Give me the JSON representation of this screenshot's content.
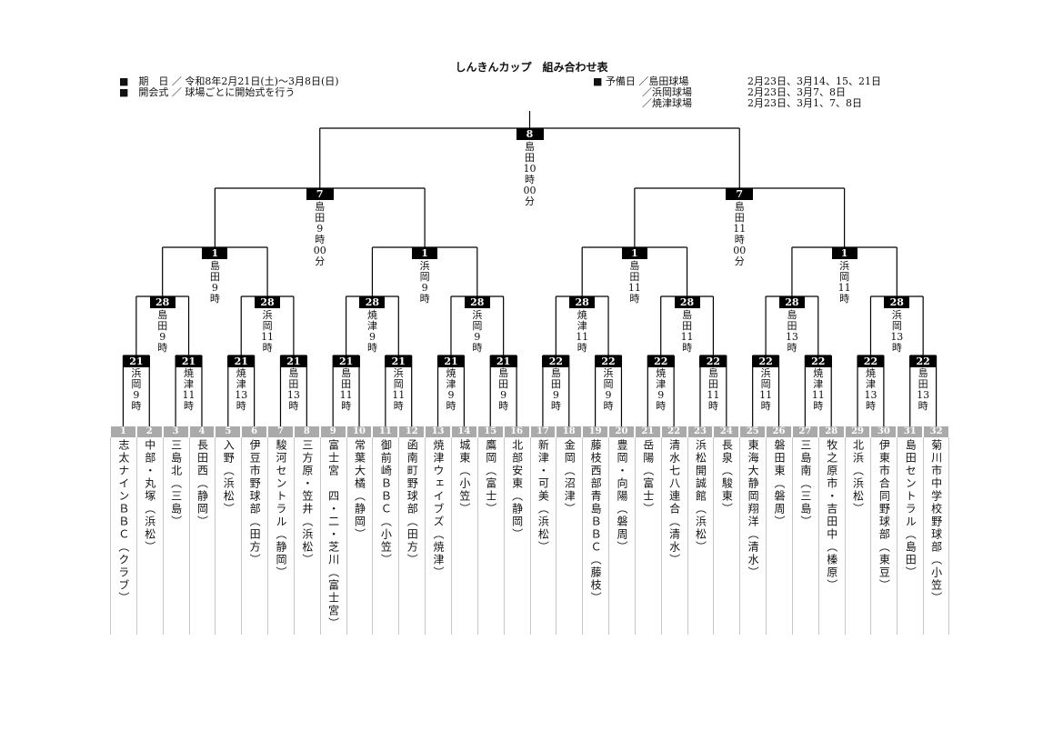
{
  "header": {
    "title": "しんきんカップ　組み合わせ表",
    "period": "■　期　日 ／ 令和8年2月21日(土)～3月8日(日)",
    "opening": "■　開会式 ／ 球場ごとに開始式を行う",
    "reserve_label": "■ 予備日 ／島田球場",
    "reserve_venues": [
      {
        "venue": "",
        "dates": "2月23日、3月14、15、21日"
      },
      {
        "venue": "／浜岡球場",
        "dates": "2月23日、3月7、8日"
      },
      {
        "venue": "／焼津球場",
        "dates": "2月23日、3月1、7、8日"
      }
    ]
  },
  "bracket": {
    "final": [
      {
        "num": "8",
        "label": "島田10時00分"
      }
    ],
    "semifinals": [
      {
        "num": "7",
        "label": "島田9時00分"
      },
      {
        "num": "7",
        "label": "島田11時00分"
      }
    ],
    "quarterfinals": [
      {
        "num": "1",
        "label": "島田9時"
      },
      {
        "num": "1",
        "label": "浜岡9時"
      },
      {
        "num": "1",
        "label": "島田11時"
      },
      {
        "num": "1",
        "label": "浜岡11時"
      }
    ],
    "round16": [
      {
        "num": "28",
        "label": "島田9時"
      },
      {
        "num": "28",
        "label": "浜岡11時"
      },
      {
        "num": "28",
        "label": "焼津9時"
      },
      {
        "num": "28",
        "label": "浜岡9時"
      },
      {
        "num": "28",
        "label": "焼津11時"
      },
      {
        "num": "28",
        "label": "島田11時"
      },
      {
        "num": "28",
        "label": "島田13時"
      },
      {
        "num": "28",
        "label": "浜岡13時"
      }
    ],
    "round32": [
      {
        "num": "21",
        "label": "浜岡9時"
      },
      {
        "num": "21",
        "label": "焼津11時"
      },
      {
        "num": "21",
        "label": "焼津13時"
      },
      {
        "num": "21",
        "label": "島田13時"
      },
      {
        "num": "21",
        "label": "島田11時"
      },
      {
        "num": "21",
        "label": "浜岡11時"
      },
      {
        "num": "21",
        "label": "焼津9時"
      },
      {
        "num": "21",
        "label": "島田9時"
      },
      {
        "num": "22",
        "label": "島田9時"
      },
      {
        "num": "22",
        "label": "浜岡9時"
      },
      {
        "num": "22",
        "label": "焼津9時"
      },
      {
        "num": "22",
        "label": "島田11時"
      },
      {
        "num": "22",
        "label": "浜岡11時"
      },
      {
        "num": "22",
        "label": "焼津11時"
      },
      {
        "num": "22",
        "label": "焼津13時"
      },
      {
        "num": "22",
        "label": "島田13時"
      }
    ]
  },
  "teams": [
    {
      "no": "1",
      "name": "志太ナインＢＢＣ（クラブ）"
    },
    {
      "no": "2",
      "name": "中部・丸塚（浜松）"
    },
    {
      "no": "3",
      "name": "三島北（三島）"
    },
    {
      "no": "4",
      "name": "長田西（静岡）"
    },
    {
      "no": "5",
      "name": "入野（浜松）"
    },
    {
      "no": "6",
      "name": "伊豆市野球部（田方）"
    },
    {
      "no": "7",
      "name": "駿河セントラル（静岡）"
    },
    {
      "no": "8",
      "name": "三方原・笠井（浜松）"
    },
    {
      "no": "9",
      "name": "富士宮　四・二・芝川（富士宮）"
    },
    {
      "no": "10",
      "name": "常葉大橘（静岡）"
    },
    {
      "no": "11",
      "name": "御前崎ＢＢＣ（小笠）"
    },
    {
      "no": "12",
      "name": "函南町野球部（田方）"
    },
    {
      "no": "13",
      "name": "焼津ウェイブズ（焼津）"
    },
    {
      "no": "14",
      "name": "城東（小笠）"
    },
    {
      "no": "15",
      "name": "鷹岡（富士）"
    },
    {
      "no": "16",
      "name": "北部安東（静岡）"
    },
    {
      "no": "17",
      "name": "新津・可美（浜松）"
    },
    {
      "no": "18",
      "name": "金岡（沼津）"
    },
    {
      "no": "19",
      "name": "藤枝西部青島ＢＢＣ（藤枝）"
    },
    {
      "no": "20",
      "name": "豊岡・向陽（磐周）"
    },
    {
      "no": "21",
      "name": "岳陽（富士）"
    },
    {
      "no": "22",
      "name": "清水七八連合（清水）"
    },
    {
      "no": "23",
      "name": "浜松開誠館（浜松）"
    },
    {
      "no": "24",
      "name": "長泉（駿東）"
    },
    {
      "no": "25",
      "name": "東海大静岡翔洋（清水）"
    },
    {
      "no": "26",
      "name": "磐田東（磐周）"
    },
    {
      "no": "27",
      "name": "三島南（三島）"
    },
    {
      "no": "28",
      "name": "牧之原市・吉田中（榛原）"
    },
    {
      "no": "29",
      "name": "北浜（浜松）"
    },
    {
      "no": "30",
      "name": "伊東市合同野球部（東豆）"
    },
    {
      "no": "31",
      "name": "島田セントラル（島田）"
    },
    {
      "no": "32",
      "name": "菊川市中学校野球部（小笠）"
    }
  ]
}
